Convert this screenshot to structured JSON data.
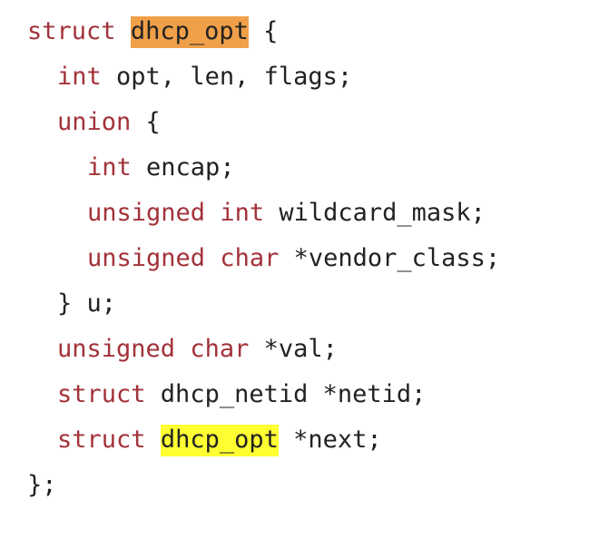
{
  "code": {
    "lines": [
      {
        "indent": 0,
        "tokens": [
          {
            "text": "struct",
            "type": "keyword"
          },
          {
            "text": " ",
            "type": "plain"
          },
          {
            "text": "dhcp_opt",
            "type": "highlight-orange"
          },
          {
            "text": " {",
            "type": "plain"
          }
        ]
      },
      {
        "indent": 1,
        "tokens": [
          {
            "text": "int",
            "type": "keyword"
          },
          {
            "text": " opt, len, flags;",
            "type": "plain"
          }
        ]
      },
      {
        "indent": 1,
        "tokens": [
          {
            "text": "union",
            "type": "keyword"
          },
          {
            "text": " {",
            "type": "plain"
          }
        ]
      },
      {
        "indent": 2,
        "tokens": [
          {
            "text": "int",
            "type": "keyword"
          },
          {
            "text": " encap;",
            "type": "plain"
          }
        ]
      },
      {
        "indent": 2,
        "tokens": [
          {
            "text": "unsigned",
            "type": "keyword"
          },
          {
            "text": " ",
            "type": "plain"
          },
          {
            "text": "int",
            "type": "keyword"
          },
          {
            "text": " wildcard_mask;",
            "type": "plain"
          }
        ]
      },
      {
        "indent": 2,
        "tokens": [
          {
            "text": "unsigned",
            "type": "keyword"
          },
          {
            "text": " ",
            "type": "plain"
          },
          {
            "text": "char",
            "type": "keyword"
          },
          {
            "text": " *vendor_class;",
            "type": "plain"
          }
        ]
      },
      {
        "indent": 1,
        "tokens": [
          {
            "text": "} u;",
            "type": "plain"
          }
        ]
      },
      {
        "indent": 1,
        "tokens": [
          {
            "text": "unsigned",
            "type": "keyword"
          },
          {
            "text": " ",
            "type": "plain"
          },
          {
            "text": "char",
            "type": "keyword"
          },
          {
            "text": " *val;",
            "type": "plain"
          }
        ]
      },
      {
        "indent": 1,
        "tokens": [
          {
            "text": "struct",
            "type": "keyword"
          },
          {
            "text": " dhcp_netid *netid;",
            "type": "plain"
          }
        ]
      },
      {
        "indent": 1,
        "tokens": [
          {
            "text": "struct",
            "type": "keyword"
          },
          {
            "text": " ",
            "type": "plain"
          },
          {
            "text": "dhcp_opt",
            "type": "highlight-yellow"
          },
          {
            "text": " *next;",
            "type": "plain"
          }
        ]
      },
      {
        "indent": 0,
        "tokens": [
          {
            "text": "};",
            "type": "plain"
          }
        ]
      }
    ]
  },
  "colors": {
    "keyword": "#a3323a",
    "plain": "#222222",
    "highlight_orange": "#f0a048",
    "highlight_yellow": "#ffff32",
    "background": "#ffffff"
  }
}
